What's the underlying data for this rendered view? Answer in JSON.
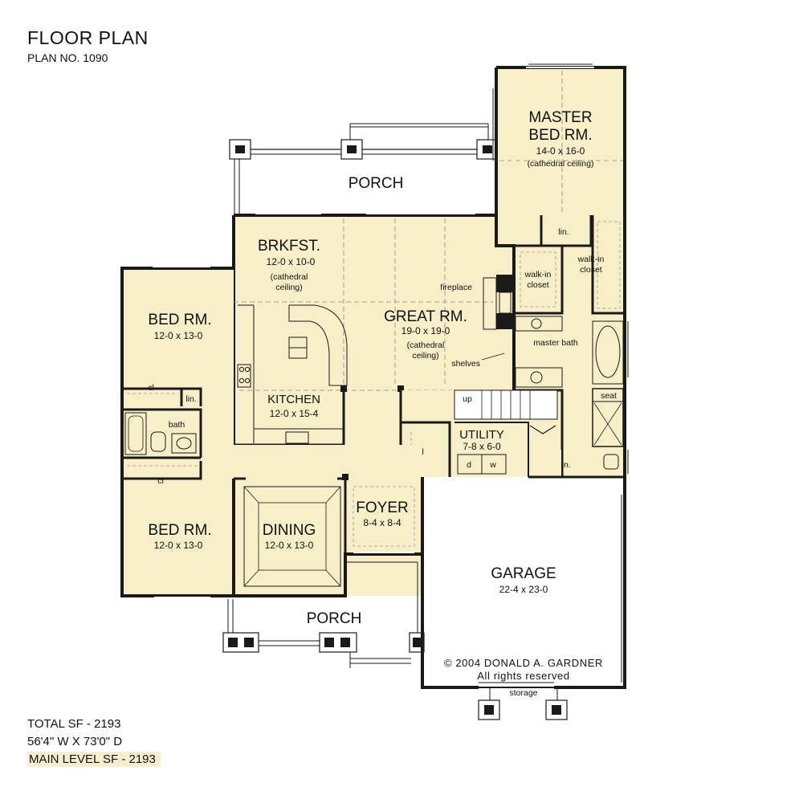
{
  "header": {
    "title": "FLOOR PLAN",
    "plan_no": "PLAN NO.  1090"
  },
  "footer": {
    "total_sf": "TOTAL SF - 2193",
    "dimensions": "56'4\" W X 73'0\" D",
    "main_level_sf": "MAIN LEVEL SF - 2193"
  },
  "rooms": {
    "master_bed": {
      "name_line1": "MASTER",
      "name_line2": "BED RM.",
      "dims": "14-0  x  16-0",
      "note": "(cathedral  ceiling)"
    },
    "porch_rear": {
      "name": "PORCH"
    },
    "brkfst": {
      "name": "BRKFST.",
      "dims": "12-0  x  10-0",
      "note_line1": "(cathedral",
      "note_line2": "ceiling)"
    },
    "great_rm": {
      "name": "GREAT RM.",
      "dims": "19-0  x  19-0",
      "note_line1": "(cathedral",
      "note_line2": "ceiling)"
    },
    "bed_rm_top": {
      "name": "BED RM.",
      "dims": "12-0  x  13-0"
    },
    "bed_rm_bottom": {
      "name": "BED RM.",
      "dims": "12-0  x  13-0"
    },
    "kitchen": {
      "name": "KITCHEN",
      "dims": "12-0  x  15-4"
    },
    "dining": {
      "name": "DINING",
      "dims": "12-0  x  13-0"
    },
    "foyer": {
      "name": "FOYER",
      "dims": "8-4  x  8-4"
    },
    "utility": {
      "name": "UTILITY",
      "dims": "7-8  x  6-0"
    },
    "garage": {
      "name": "GARAGE",
      "dims": "22-4  x  23-0"
    },
    "porch_front": {
      "name": "PORCH"
    }
  },
  "labels": {
    "fireplace": "fireplace",
    "shelves": "shelves",
    "lin_master": "lin.",
    "walkin_1_line1": "walk-in",
    "walkin_1_line2": "closet",
    "walkin_2_line1": "walk-in",
    "walkin_2_line2": "closet",
    "master_bath": "master  bath",
    "seat": "seat",
    "lin_bath": "lin.",
    "up": "up",
    "cl_foyer": "cl",
    "d": "d",
    "w": "w",
    "cl_bed_top": "cl",
    "lin_bed": "lin.",
    "bath": "bath",
    "cl_bed_bottom": "cl",
    "storage": "storage"
  },
  "copyright": {
    "line1": "© 2004  DONALD  A.  GARDNER",
    "line2": "All  rights  reserved"
  },
  "colors": {
    "fill": "#f8efc8",
    "wall": "#1a1a1a",
    "highlight": "#f7eecf"
  }
}
